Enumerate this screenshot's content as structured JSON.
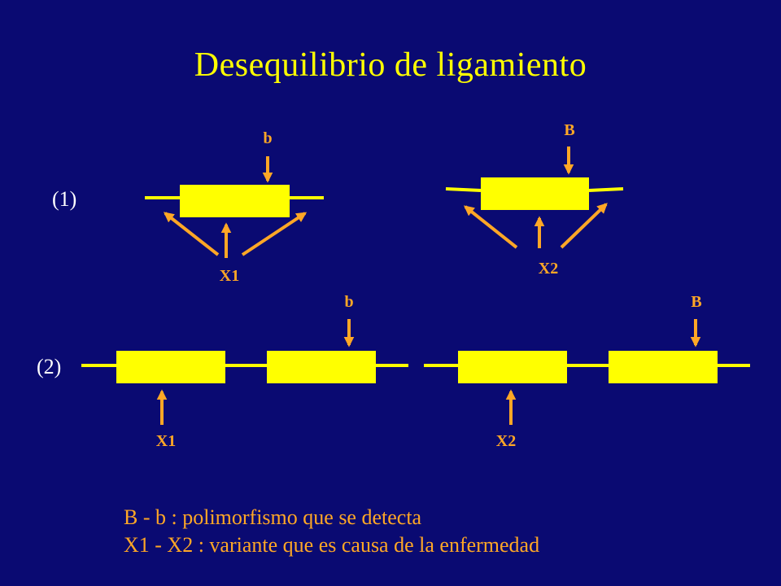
{
  "slide": {
    "title": "Desequilibrio de ligamiento",
    "colors": {
      "background": "#0a0a72",
      "title": "#ffff00",
      "gene_box": "#ffff00",
      "arrow": "#ffa726",
      "line": "#ffff00",
      "label": "#ffffff"
    }
  },
  "case1": {
    "label": "(1)",
    "left": {
      "marker": "b",
      "variant": "X1"
    },
    "right": {
      "marker": "B",
      "variant": "X2"
    }
  },
  "case2": {
    "label": "(2)",
    "left": {
      "marker": "b",
      "variant": "X1"
    },
    "right": {
      "marker": "B",
      "variant": "X2"
    }
  },
  "legend": {
    "line1": "B - b : polimorfismo que se detecta",
    "line2": "X1 - X2 : variante que es causa de la enfermedad"
  }
}
